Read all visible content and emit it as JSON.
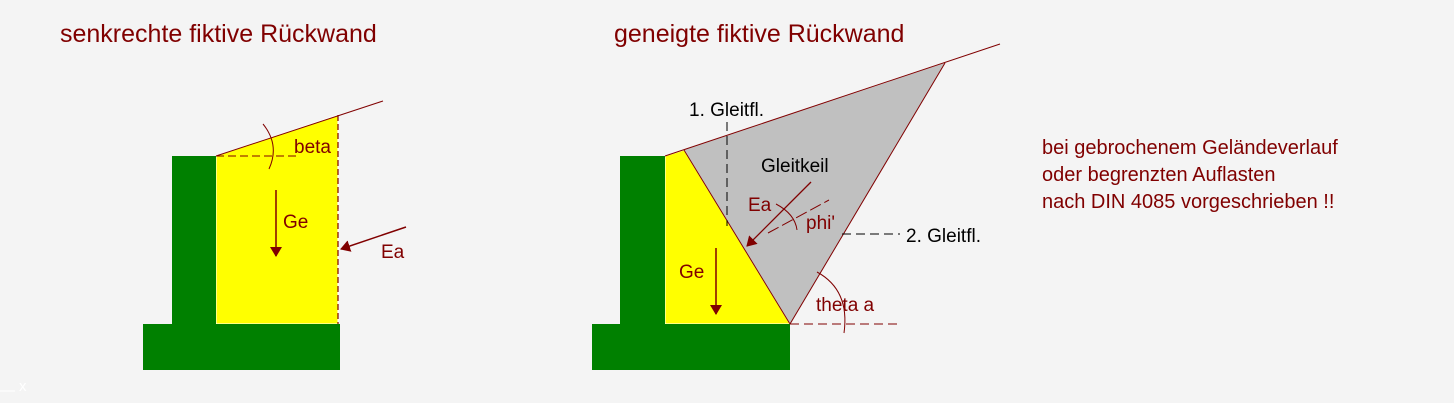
{
  "colors": {
    "background": "#f4f4f4",
    "wall": "#008000",
    "soil_fill": "#ffff00",
    "wedge_fill": "#c0c0c0",
    "accent": "#800000",
    "label_dark": "#000000"
  },
  "left_diagram": {
    "title": "senkrechte fiktive Rückwand",
    "labels": {
      "angle": "beta",
      "weight": "Ge",
      "earth_pressure": "Ea"
    }
  },
  "right_diagram": {
    "title": "geneigte fiktive Rückwand",
    "labels": {
      "slip_surface_1": "1. Gleitfl.",
      "slip_wedge": "Gleitkeil",
      "earth_pressure": "Ea",
      "friction_angle": "phi'",
      "slip_surface_2": "2. Gleitfl.",
      "weight": "Ge",
      "slip_angle": "theta a"
    }
  },
  "note": {
    "lines": [
      "bei gebrochenem Geländeverlauf",
      "oder begrenzten Auflasten",
      "nach DIN 4085 vorgeschrieben !!"
    ]
  },
  "corner_mark": "x"
}
